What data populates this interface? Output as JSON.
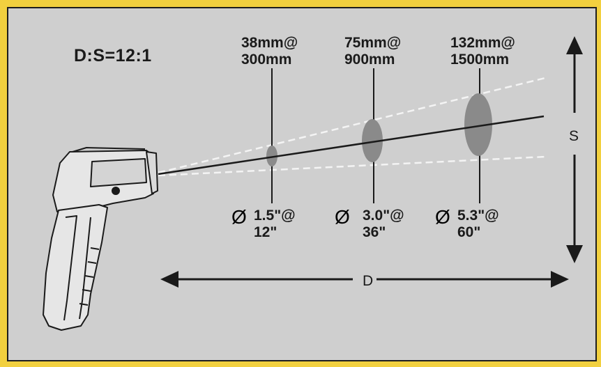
{
  "ratio_label": "D:S=12:1",
  "measurements": [
    {
      "spot_mm": "38mm@",
      "distance_mm": "300mm",
      "spot_in": "1.5\"@",
      "distance_in": "12\""
    },
    {
      "spot_mm": "75mm@",
      "distance_mm": "900mm",
      "spot_in": "3.0\"@",
      "distance_in": "36\""
    },
    {
      "spot_mm": "132mm@",
      "distance_mm": "1500mm",
      "spot_in": "5.3\"@",
      "distance_in": "60\""
    }
  ],
  "diameter_symbol": "Ø",
  "axis_s_label": "S",
  "axis_d_label": "D",
  "colors": {
    "frame": "#f2d03f",
    "panel": "#cfcfcf",
    "ink": "#1a1a1a",
    "spot": "#8a8a8a"
  }
}
